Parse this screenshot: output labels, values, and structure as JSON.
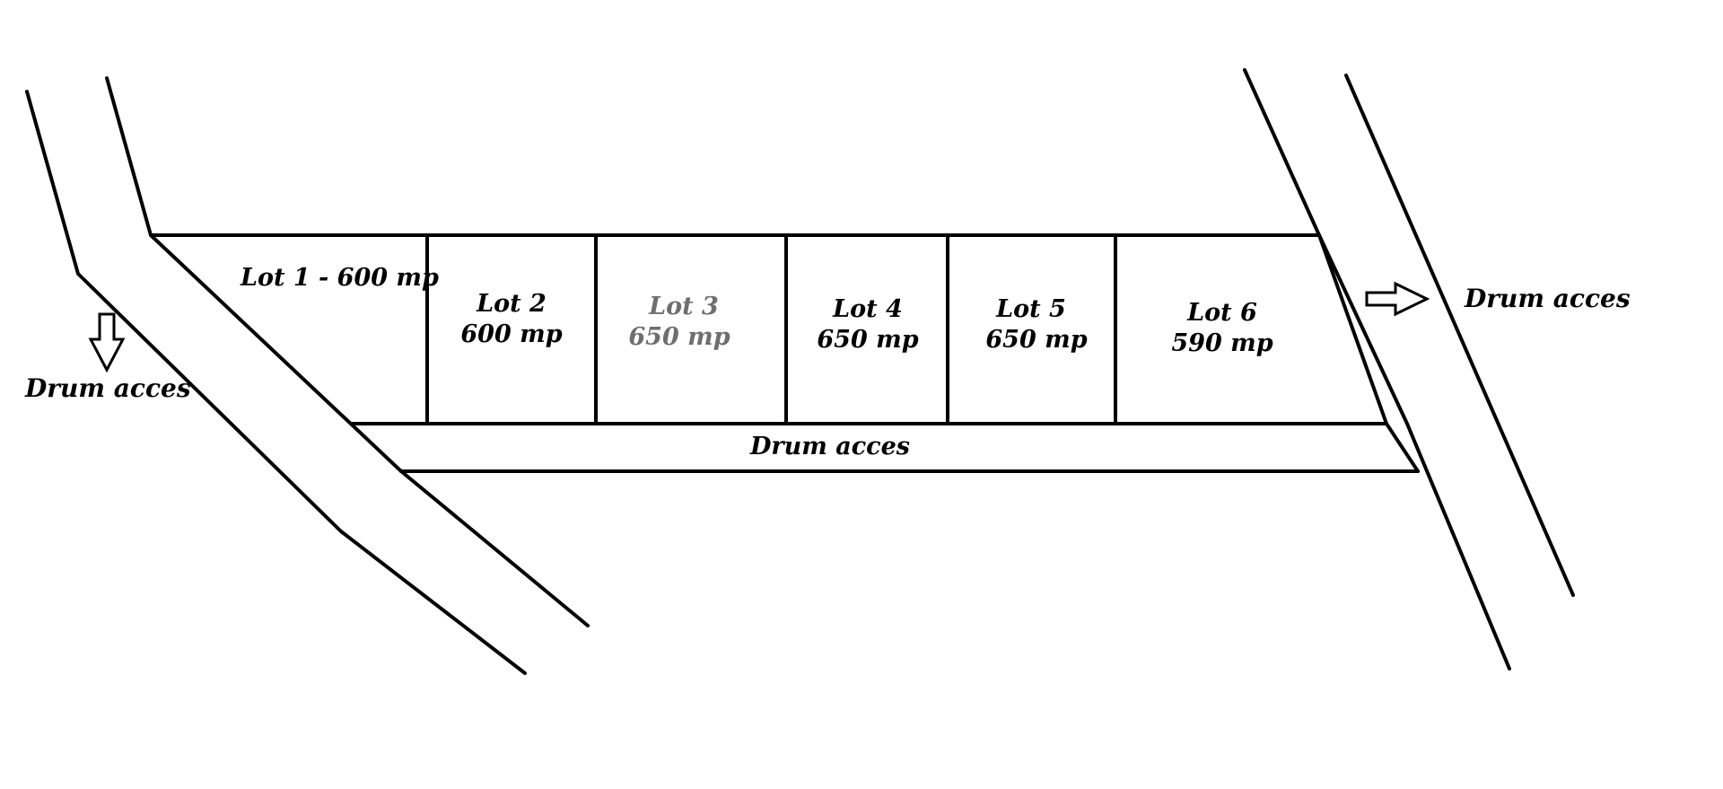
{
  "lots": [
    {
      "id": "lot-1",
      "line1": "Lot 1 - 600 mp",
      "line2": ""
    },
    {
      "id": "lot-2",
      "line1": "Lot 2",
      "line2": "600 mp"
    },
    {
      "id": "lot-3",
      "line1": "Lot 3",
      "line2": "650 mp"
    },
    {
      "id": "lot-4",
      "line1": "Lot 4",
      "line2": "650 mp"
    },
    {
      "id": "lot-5",
      "line1": "Lot 5",
      "line2": "650 mp"
    },
    {
      "id": "lot-6",
      "line1": "Lot 6",
      "line2": "590 mp"
    }
  ],
  "access_labels": {
    "left": "Drum acces",
    "inner": "Drum acces",
    "right": "Drum acces"
  },
  "colors": {
    "line": "#000000",
    "faded_label": "#6e6e6e",
    "background": "#ffffff"
  }
}
